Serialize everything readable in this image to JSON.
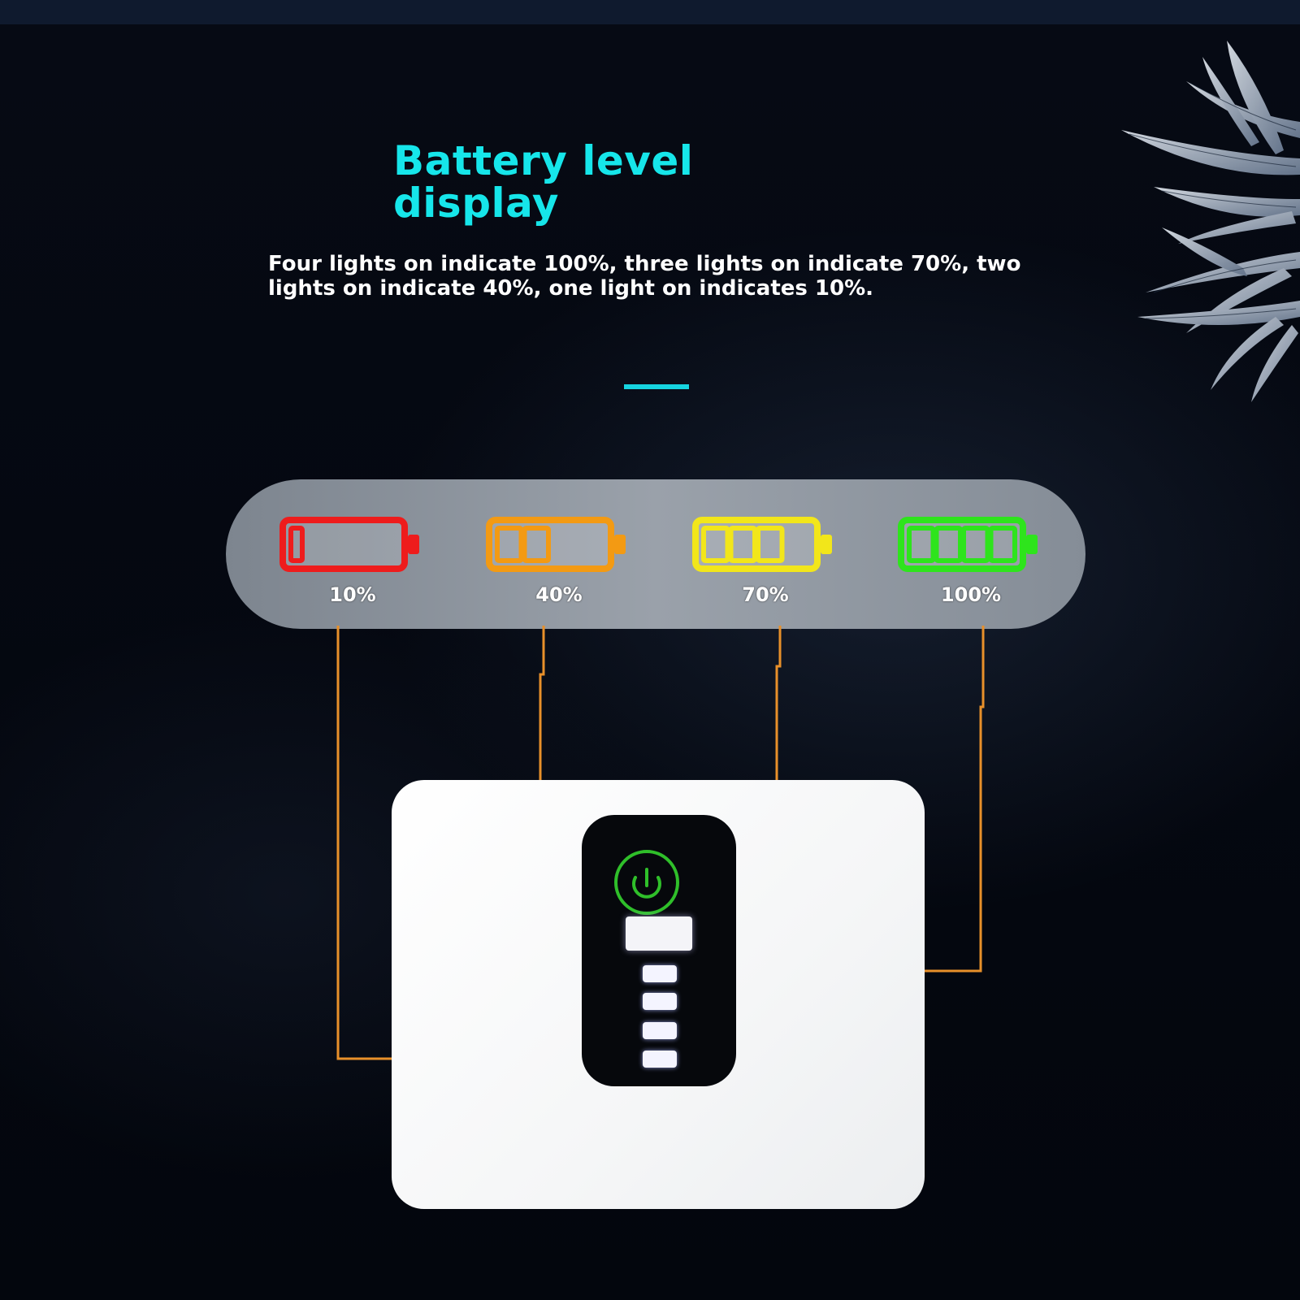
{
  "title": "Battery level display",
  "description": "Four lights on indicate 100%, three lights on indicate 70%, two lights on indicate 40%, one light on indicates 10%.",
  "colors": {
    "title": "#16e6ea",
    "accent": "#16d4e0",
    "wire": "#e8902a"
  },
  "levels": [
    {
      "label": "10%",
      "bars_filled": 1,
      "bars_total": 4,
      "color": "#ee1c1c",
      "icon": "battery-10-icon"
    },
    {
      "label": "40%",
      "bars_filled": 2,
      "bars_total": 4,
      "color": "#f39a13",
      "icon": "battery-40-icon"
    },
    {
      "label": "70%",
      "bars_filled": 3,
      "bars_total": 4,
      "color": "#f2e61a",
      "icon": "battery-70-icon"
    },
    {
      "label": "100%",
      "bars_filled": 4,
      "bars_total": 4,
      "color": "#2ee41c",
      "icon": "battery-100-icon"
    }
  ],
  "device": {
    "power_icon": "power-icon",
    "power_icon_color": "#2fbf2a",
    "indicator_lights": 4
  }
}
